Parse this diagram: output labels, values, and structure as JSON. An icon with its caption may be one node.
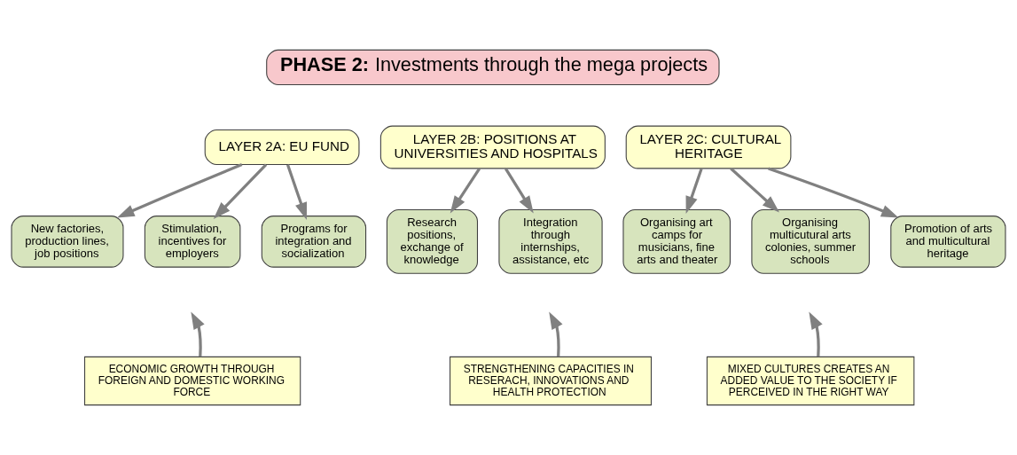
{
  "diagram": {
    "nodes": [
      {
        "text": [
          "**PHASE 2:** Investments through the mega projects"
        ]
      },
      {
        "text": [
          "LAYER 2A: EU FUND"
        ]
      },
      {
        "text": [
          "LAYER 2B: POSITIONS AT UNIVERSITIES AND HOSPITALS"
        ]
      },
      {
        "text": [
          "LAYER 2C: CULTURAL HERITAGE"
        ]
      },
      {
        "text": [
          "New factories, production lines, job positions"
        ]
      },
      {
        "text": [
          "Stimulation, incentives for employers"
        ]
      },
      {
        "text": [
          "Programs for integration and socialization"
        ]
      },
      {
        "text": [
          "Research positions, exchange of knowledge"
        ]
      },
      {
        "text": [
          "Integration through internships, assistance, etc"
        ]
      },
      {
        "text": [
          "Organising art camps for musicians, fine arts and theater"
        ]
      },
      {
        "text": [
          "Organising multicutural arts colonies, summer schools"
        ]
      },
      {
        "text": [
          "Promotion of arts and multicultural heritage"
        ]
      },
      {
        "text": [
          "ECONOMIC GROWTH THROUGH FOREIGN AND DOMESTIC WORKING FORCE"
        ]
      },
      {
        "text": [
          "STRENGTHENING CAPACITIES IN RESERACH, INNOVATIONS AND HEALTH PROTECTION"
        ]
      },
      {
        "text": [
          "MIXED CULTURES CREATES AN ADDED VALUE TO THE SOCIETY IF PERCEIVED IN THE RIGHT WAY"
        ]
      }
    ],
    "edges": [
      {
        "from": 1,
        "to": 4,
        "arrow": "to"
      },
      {
        "from": 1,
        "to": 5,
        "arrow": "to"
      },
      {
        "from": 1,
        "to": 6,
        "arrow": "to"
      },
      {
        "from": 2,
        "to": 7,
        "arrow": "to"
      },
      {
        "from": 2,
        "to": 8,
        "arrow": "to"
      },
      {
        "from": 3,
        "to": 9,
        "arrow": "to"
      },
      {
        "from": 3,
        "to": 10,
        "arrow": "to"
      },
      {
        "from": 3,
        "to": 11,
        "arrow": "to"
      },
      {
        "from": 12,
        "to": null,
        "arrow": "to"
      },
      {
        "from": 13,
        "to": null,
        "arrow": "to"
      },
      {
        "from": 14,
        "to": null,
        "arrow": "to"
      }
    ]
  }
}
